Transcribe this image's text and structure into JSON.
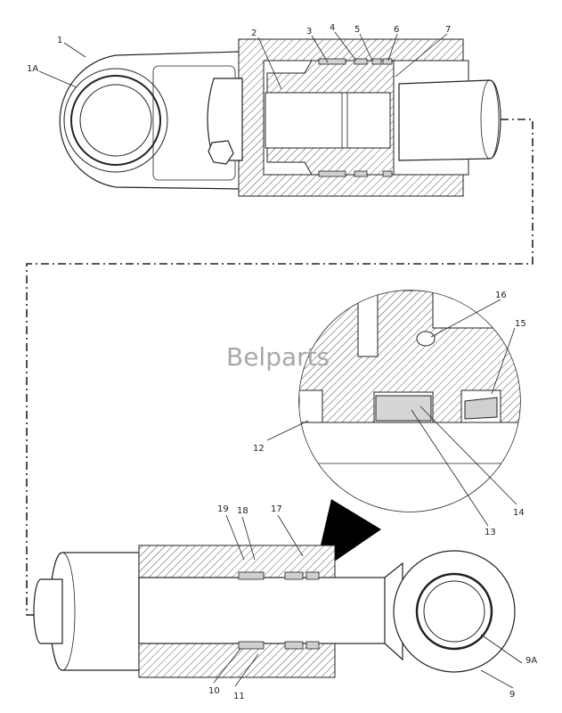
{
  "watermark": "Belparts",
  "callouts": {
    "c1": "1",
    "c1a": "1A",
    "c2": "2",
    "c3": "3",
    "c4": "4",
    "c5": "5",
    "c6": "6",
    "c7": "7",
    "c9": "9",
    "c9a": "9A",
    "c10": "10",
    "c11": "11",
    "c12": "12",
    "c13": "13",
    "c14": "14",
    "c15": "15",
    "c16": "16",
    "c17": "17",
    "c18": "18",
    "c19": "19"
  }
}
